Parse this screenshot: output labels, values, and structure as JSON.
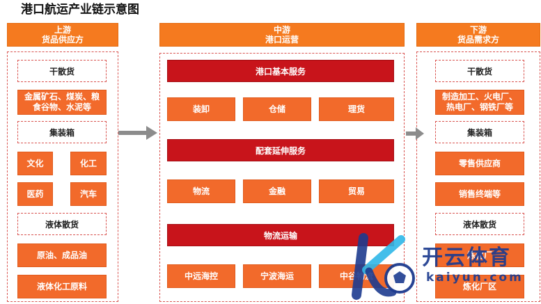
{
  "title": "港口航运产业链示意图",
  "upstream": {
    "header_line1": "上游",
    "header_line2": "货品供应方",
    "items": {
      "dry_bulk": "干散货",
      "metals": "金属矿石、煤炭、粮食谷物、水泥等",
      "container": "集装箱",
      "culture": "文化",
      "chemical": "化工",
      "medicine": "医药",
      "auto": "汽车",
      "liquid_bulk": "液体散货",
      "oil": "原油、成品油",
      "liquid_chem": "液体化工原料"
    }
  },
  "midstream": {
    "header_line1": "中游",
    "header_line2": "港口运营",
    "basic_service": "港口基本服务",
    "basic_items": [
      "装卸",
      "仓储",
      "理货"
    ],
    "extended_service": "配套延伸服务",
    "extended_items": [
      "物流",
      "金融",
      "贸易"
    ],
    "logistics": "物流运输",
    "logistics_items": [
      "中远海控",
      "宁波海运",
      "中谷物流"
    ]
  },
  "downstream": {
    "header_line1": "下游",
    "header_line2": "货品需求方",
    "items": {
      "dry_bulk": "干散货",
      "factories": "制造加工、火电厂、热电厂、钢铁厂等",
      "container": "集装箱",
      "retail_supply": "零售供应商",
      "retail_terminal": "销售终端等",
      "liquid_bulk": "液体散货",
      "refinery_1": "炼化厂",
      "refinery_2": "炼化厂区"
    }
  },
  "watermark": {
    "brand_cn": "开云体育",
    "brand_en": "kaiyun.com",
    "colors": {
      "blue": "#1d3b8f",
      "cyan": "#2fb7e8"
    }
  },
  "colors": {
    "header": "#f57a1f",
    "orange_box": "#f26a2b",
    "red_box": "#c8141b",
    "dashed": "#d9534f"
  }
}
